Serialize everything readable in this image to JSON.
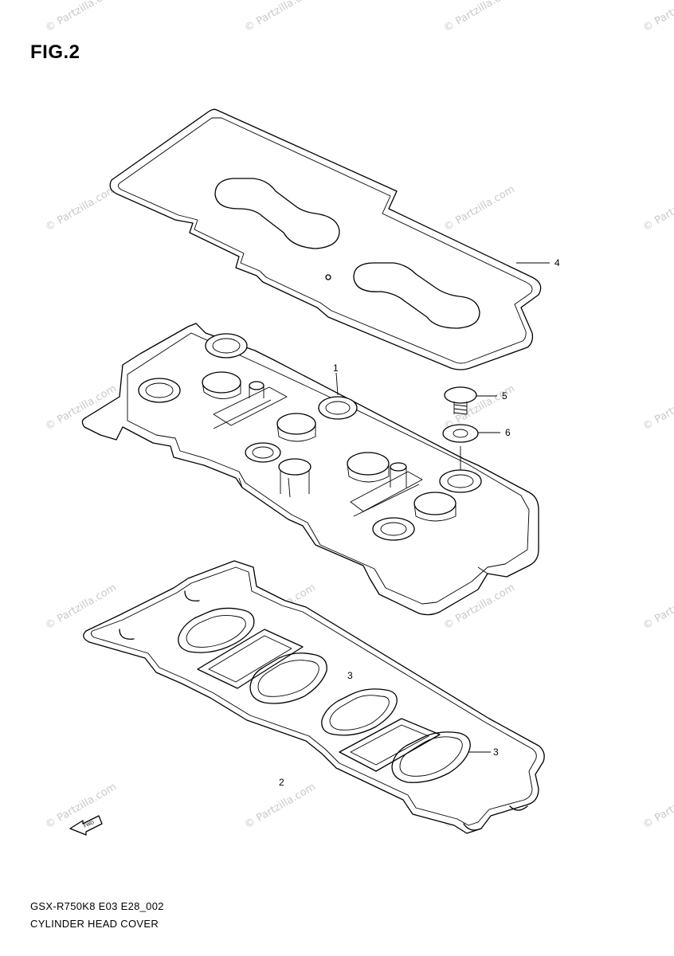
{
  "figure": {
    "title": "FIG.2",
    "code": "GSX-R750K8 E03 E28_002",
    "name": "CYLINDER HEAD COVER"
  },
  "callouts": {
    "one": "1",
    "two": "2",
    "three_a": "3",
    "three_b": "3",
    "four": "4",
    "five": "5",
    "six": "6"
  },
  "fwd_label": "FWD",
  "watermark": "© Partzilla.com"
}
